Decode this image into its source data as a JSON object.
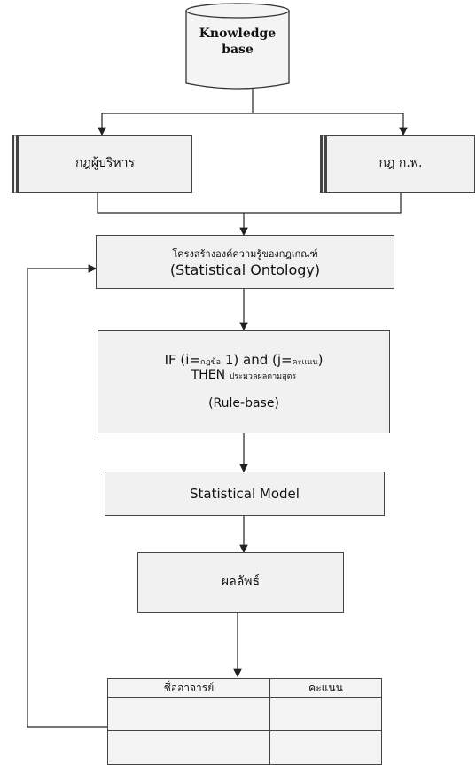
{
  "knowledge_base": {
    "label": "Knowledge\nbase"
  },
  "left_rule": {
    "label": "กฎผู้บริหาร"
  },
  "right_rule": {
    "label": "กฎ ก.พ."
  },
  "ontology": {
    "line1": "โครงสร้างองค์ความรู้ของกฎเกณฑ์",
    "line2": "(Statistical Ontology)"
  },
  "rule_base": {
    "line1_prefix": "IF (i=",
    "line1_thai_i": "กฎข้อ",
    "line1_mid": "1) and (j=",
    "line1_thai_j": "คะแนน",
    "line1_end": ")",
    "line2_keyword": "THEN",
    "line2_thai": "ประมวลผลตามสูตร",
    "line3": "(Rule-base)"
  },
  "statistical_model": {
    "label": "Statistical Model"
  },
  "result": {
    "label": "ผลลัพธ์"
  },
  "result_table": {
    "col1": "ชื่ออาจารย์",
    "col2": "คะแนน"
  }
}
